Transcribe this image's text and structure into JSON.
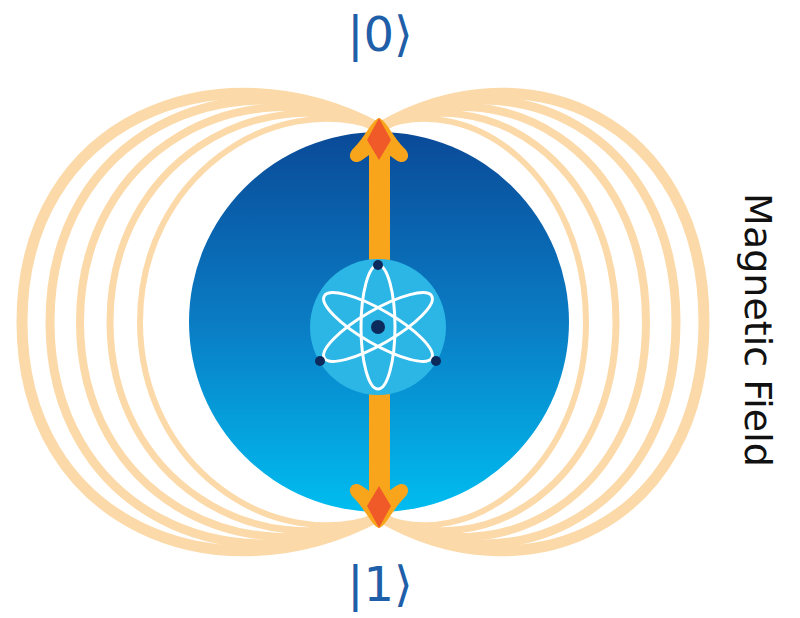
{
  "diagram": {
    "labels": [
      "|0⟩",
      "|1⟩",
      "Magnetic Field"
    ]
  }
}
